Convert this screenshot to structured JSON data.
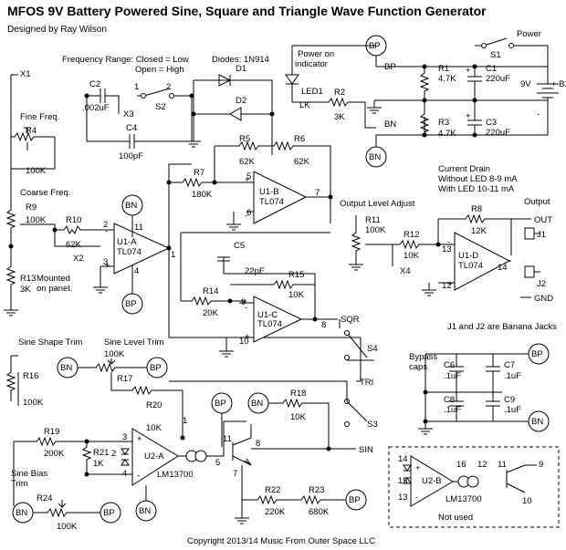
{
  "header": {
    "title": "MFOS 9V Battery Powered Sine, Square and Triangle Wave Function Generator",
    "designer": "Designed by Ray Wilson"
  },
  "notes": {
    "freq_range_1": "Frequency Range: Closed = Low",
    "freq_range_2": "Open = High",
    "diodes": "Diodes: 1N914",
    "power_on_1": "Power on",
    "power_on_2": "indicator",
    "drain_1": "Current Drain",
    "drain_2": "Without LED 8-9 mA",
    "drain_3": "With LED 10-11 mA",
    "banana": "J1 and J2 are Banana Jacks",
    "bypass_1": "Bypass",
    "bypass_2": "caps",
    "mounted_1": "Mounted",
    "mounted_2": "on panel.",
    "not_used": "Not used",
    "output_level": "Output Level Adjust",
    "output": "Output",
    "power": "Power",
    "copyright": "Copyright 2013/14 Music From Outer Space LLC"
  },
  "controls": {
    "fine": "Fine Freq.",
    "coarse": "Coarse Freq.",
    "sine_shape": "Sine Shape Trim",
    "sine_level": "Sine Level Trim",
    "sine_bias_1": "Sine Bias",
    "sine_bias_2": "Trim"
  },
  "components": {
    "r1": "R1",
    "r1v": "4.7K",
    "r3": "R3",
    "r3v": "4.7K",
    "c1": "C1",
    "c1v": "220uF",
    "c3": "C3",
    "c3v": "220uF",
    "s1": "S1",
    "b1": "+ B1",
    "b1v": "9V",
    "led1": "LED1",
    "lk": "LK",
    "r2": "R2",
    "r2v": "3K",
    "d1": "D1",
    "d2": "D2",
    "c2": "C2",
    "c2v": ".002uF",
    "c4": "C4",
    "c4v": "100pF",
    "s2": "S2",
    "x1": "X1",
    "x2": "X2",
    "x3": "X3",
    "x4": "X4",
    "r4": "R4",
    "r4v": "100K",
    "r9": "R9",
    "r9v": "100K",
    "r10": "R10",
    "r10v": "62K",
    "r13": "R13",
    "r13v": "3K",
    "u1a": "U1-A",
    "u1b": "U1-B",
    "u1c": "U1-C",
    "u1d": "U1-D",
    "tl074": "TL074",
    "r5": "R5",
    "r5v": "62K",
    "r6": "R6",
    "r6v": "62K",
    "r7": "R7",
    "r7v": "180K",
    "r11": "R11",
    "r11v": "100K",
    "r12": "R12",
    "r12v": "10K",
    "r8": "R8",
    "r8v": "12K",
    "out": "OUT",
    "gnd": "GND",
    "j1": "J1",
    "j2": "J2",
    "c5": "C5",
    "c5v": "22pF",
    "r14": "R14",
    "r14v": "20K",
    "r15": "R15",
    "r15v": "10K",
    "sqr": "SQR",
    "tri": "TRI",
    "sin": "SIN",
    "s3": "S3",
    "s4": "S4",
    "r16": "R16",
    "r16v": "100K",
    "r17": "R17",
    "r17v": "100K",
    "r20": "R20",
    "r20v": "10K",
    "r19": "R19",
    "r19v": "200K",
    "r21": "R21",
    "r21v": "1K",
    "u2a": "U2-A",
    "u2b": "U2-B",
    "lm": "LM13700",
    "r18": "R18",
    "r18v": "10K",
    "r22": "R22",
    "r22v": "220K",
    "r23": "R23",
    "r23v": "680K",
    "r24": "R24",
    "r24v": "100K",
    "c6": "C6",
    "c7": "C7",
    "c8": "C8",
    "c9": "C9",
    "cv": ".1uF",
    "bp": "BP",
    "bn": "BN",
    "pin1": "1",
    "pin2": "2",
    "pin3": "3",
    "pin4": "4",
    "pin5": "5",
    "pin6": "6",
    "pin7": "7",
    "pin8": "8",
    "pin9": "9",
    "pin10": "10",
    "pin11": "11",
    "pin12": "12",
    "pin13": "13",
    "pin14": "14",
    "pin15": "15",
    "pin16": "16",
    "plus": "+",
    "minus": "-"
  }
}
